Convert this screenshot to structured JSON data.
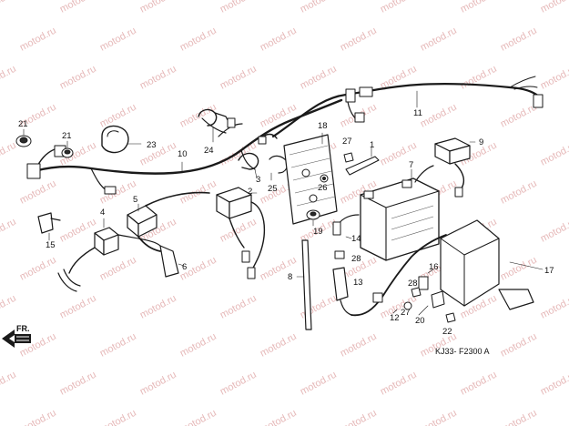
{
  "watermark": "motod.ru",
  "diagram_code": "KJ33- F2300 A",
  "direction_label": "FR.",
  "callouts": [
    "1",
    "2",
    "3",
    "4",
    "5",
    "6",
    "7",
    "8",
    "9",
    "10",
    "11",
    "12",
    "13",
    "14",
    "15",
    "16",
    "17",
    "18",
    "19",
    "20",
    "21",
    "21",
    "22",
    "23",
    "24",
    "25",
    "26",
    "27",
    "27",
    "28",
    "28"
  ],
  "colors": {
    "line": "#1a1a1a",
    "watermark": "#e6b9b9"
  }
}
